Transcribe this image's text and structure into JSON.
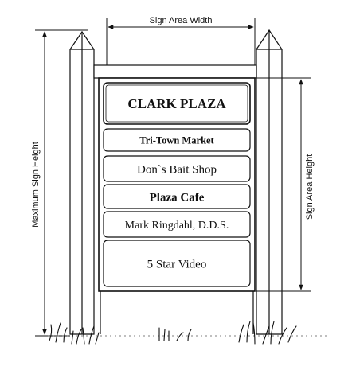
{
  "dimensions": {
    "sign_area_width": "Sign Area Width",
    "maximum_sign_height": "Maximum Sign Height",
    "sign_area_height": "Sign Area Height"
  },
  "panels": [
    {
      "label": "CLARK  PLAZA",
      "weight": "bold"
    },
    {
      "label": "Tri-Town Market",
      "weight": "bold"
    },
    {
      "label": "Don`s Bait Shop",
      "weight": "normal"
    },
    {
      "label": "Plaza Cafe",
      "weight": "bold"
    },
    {
      "label": "Mark Ringdahl, D.D.S.",
      "weight": "normal"
    },
    {
      "label": "5 Star Video",
      "weight": "normal"
    }
  ]
}
